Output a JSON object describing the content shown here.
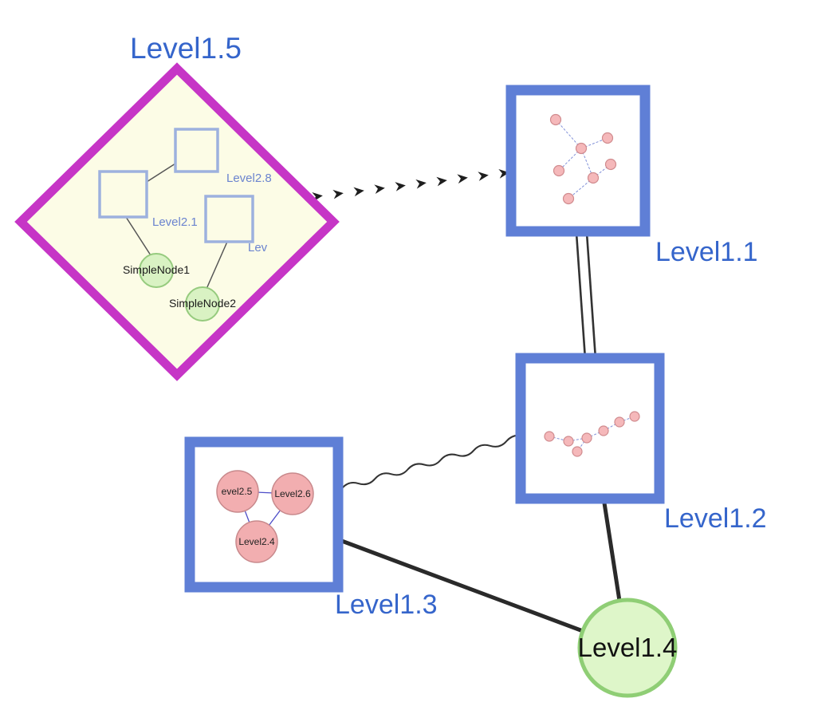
{
  "colors": {
    "label_blue": "#3565cb",
    "inner_label_blue": "#6b84cf",
    "thick_border_blue": "#5f7fd6",
    "inner_border_blue": "#9db1de",
    "magenta": "#c635c6",
    "diamond_fill": "#fcfce6",
    "green_fill": "#d9f2c3",
    "green_border": "#96cb7e",
    "big_green_fill": "#def6c9",
    "big_green_border": "#8fce75",
    "pink_fill": "#f2aeb0",
    "pink_border": "#c8898c",
    "mini_pink_fill": "#f5b8ba",
    "mini_pink_border": "#d08b8e",
    "mini_edge": "#8090d8",
    "inner_edge": "#555555",
    "blue_tri_edge": "#4d4dc8",
    "edge_dark": "#2a2a2a"
  },
  "nodes": {
    "level15": {
      "label": "Level1.5"
    },
    "level11": {
      "label": "Level1.1"
    },
    "level12": {
      "label": "Level1.2"
    },
    "level13": {
      "label": "Level1.3"
    },
    "level14": {
      "label": "Level1.4"
    }
  },
  "level15_contents": {
    "square_top": {
      "label": "Level2.8"
    },
    "square_left": {
      "label": "Level2.1"
    },
    "square_right": {
      "label": "Lev"
    },
    "green1": {
      "label": "SimpleNode1"
    },
    "green2": {
      "label": "SimpleNode2"
    }
  },
  "level13_contents": {
    "circle_left": {
      "label": "evel2.5"
    },
    "circle_right": {
      "label": "Level2.6"
    },
    "circle_bottom": {
      "label": "Level2.4"
    }
  }
}
